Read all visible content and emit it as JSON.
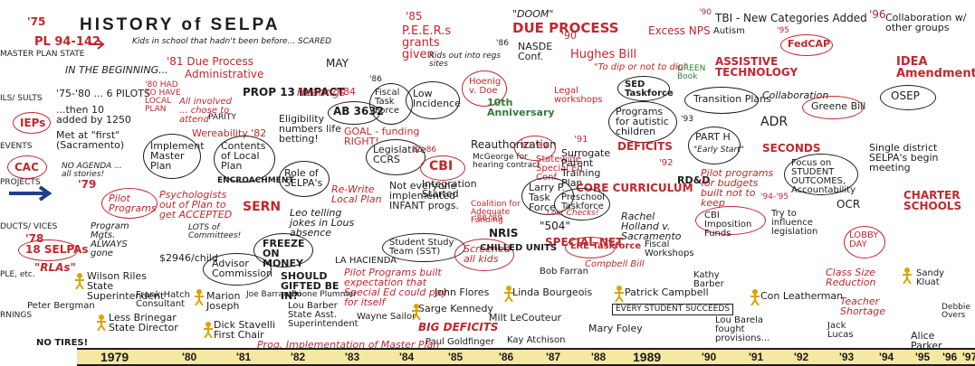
{
  "mural": {
    "title": "HISTORY of SELPA",
    "subtitle": "Kids in school that hadn't been before... SCARED",
    "left_labels": [
      "MASTER PLAN STATE",
      "ILS/ SULTS",
      "EVENTS",
      "PROJECTS",
      "DUCTS/ VICES",
      "PLE, etc.",
      "RNINGS"
    ],
    "items": {
      "y75": "'75",
      "pl94": "PL 94-142",
      "in_beginning": "IN THE BEGINNING...",
      "pilots": "'75-'80 ... 6 PILOTS",
      "added": "...then 10 added by 1250",
      "met_at": "Met at \"first\" (Sacramento)",
      "ieps": "IEPs",
      "cac": "CAC",
      "no_agenda": "NO AGENDA ... all stories!",
      "y79": "'79",
      "due_process_81": "'81 Due Process",
      "admin": "Administrative",
      "hard_to_have": "'80 HAD TO HAVE LOCAL PLAN",
      "all_involved": "All involved ... chose to attend",
      "prop13": "PROP 13 IMPACT",
      "parity": "PARITY",
      "wereability": "Wereability '82",
      "implement": "Implement Master Plan",
      "contents": "Contents of Local Plan",
      "role_selpa": "Role of SELPA's",
      "eligibility": "Eligibility numbers life betting!",
      "hearings": "Hearings",
      "y84": "'84",
      "ab3632": "AB 3632",
      "fiscal_tf": "Fiscal Task Force",
      "fiscal_tf_yr": "'86",
      "low_incidence": "Low Incidence",
      "legislative": "Legislative CCRS",
      "goal_funding": "GOAL - funding RIGHT!",
      "encroachment": "ENCROACHMENT",
      "psych": "Psychologists out of Plan to get ACCEPTED",
      "serm": "SERN",
      "pilot_programs": "Pilot Programs",
      "program_mgts": "Program Mgts. ALWAYS gone",
      "committees": "LOTS of Committees!",
      "selpas18": "18 SELPAs",
      "rlas": "\"RLAs\"",
      "y78": "'78",
      "per_child": "$2946/child",
      "leo": "Leo telling jokes in Lous absence",
      "freeze": "FREEZE ON MONEY",
      "advisor": "Advisor Commission",
      "gifted": "SHOULD GIFTED BE IN?",
      "hacienda": "LA HACIENDA",
      "pilot_prog2": "Pilot Programs built expectation that Special Ed could pay for itself",
      "rewrite": "Re-Write Local Plan",
      "not_everyone": "Not everyone implemented INFANT progs.",
      "integration": "Integration Started",
      "sst": "Student Study Team (SST)",
      "screened": "Screened all kids",
      "peers": "P.E.E.R.s grants given",
      "y85": "'85",
      "may": "MAY",
      "kids_out": "Kids out into regs sites",
      "cbi": "CBI",
      "cbi_yr": "85-86",
      "reauth": "Reauthorization",
      "mcgeorge": "McGeorge for hearing contract",
      "coalition": "Coalition for Adequate Funding",
      "nris": "NRIS",
      "nris_yr": "'88-'89",
      "doom": "\"DOOM\"",
      "due_process": "DUE PROCESS",
      "y90": "'90",
      "nasde": "NASDE Conf.",
      "hoenig": "Hoenig v. Doe",
      "y86": "'86",
      "tenth": "10th Anniversary",
      "larry": "Larry P. Task Force",
      "n504": "\"504\"",
      "lost_checks": "Lost Checks!",
      "hughes": "Hughes Bill",
      "to_dip": "\"To dip or not to dip\"",
      "legal": "Legal workshops",
      "sed_tf": "SED Taskforce",
      "programs_autistic": "Programs for autistic children",
      "statewide": "Statewide Special Ed Conf.",
      "surrogate": "Surrogate Parent Training Plan",
      "core": "CORE CURRICULUM",
      "preschool": "Preschool Taskforce",
      "special_net": "SPECIAL NET",
      "chilled": "CHILLED UNITS",
      "lre": "LRE Taskforce",
      "compbell": "Compbell Bill",
      "fiscal_ws": "Fiscal Workshops",
      "excess": "Excess NPS",
      "tbi": "TBI - New Categories Added",
      "autism": "Autism",
      "y95": "'95",
      "fedcap": "FedCAP",
      "assistive": "ASSISTIVE TECHNOLOGY",
      "green_book": "GREEN Book",
      "transition": "Transition Plans",
      "collab": "Collaboration",
      "greene_bill": "Greene Bill",
      "adr": "ADR",
      "part_h": "PART H",
      "early_start": "\"Early Start\"",
      "deficits": "DEFICITS",
      "y92": "'92",
      "rdoed": "RD&D",
      "pilot_budgets": "Pilot programs for budgets built not to keep",
      "holland": "Rachel Holland v. Sacramento",
      "cbi_funds": "CBI Imposition Funds",
      "y93": "'93",
      "seconds": "SECONDS",
      "focus": "Focus on STUDENT OUTCOMES, Accountability",
      "ocr": "OCR",
      "try": "Try to influence legislation",
      "lobby": "LOBBY DAY",
      "y96": "'96",
      "idea": "IDEA Amendments",
      "osep": "OSEP",
      "single": "Single district SELPA's begin meeting",
      "charter": "CHARTER SCHOOLS",
      "collab_groups": "Collaboration w/ other groups",
      "class_size": "Class Size Reduction",
      "teacher": "Teacher Shortage",
      "big_deficits": "BIG DEFICITS",
      "no_tires": "NO TIRES!",
      "prog_impl": "Prog. Implementation of Master Plan"
    },
    "people": {
      "wilson": "Wilson Riles State Superintendent",
      "peter": "Peter Bergman",
      "frank": "Frank Hatch Consultant",
      "marion": "Marion Joseph",
      "joe": "Joe Barrantini",
      "boone": "Boone Plummer",
      "lou": "Lou Barber State Asst. Superintendent",
      "less": "Less Brinegar State Director",
      "dick": "Dick Stavelli First Chair",
      "wayne": "Wayne Sailor",
      "john": "John Flores",
      "sarge": "Sarge Kennedy",
      "linda": "Linda Bourgeois",
      "bob": "Bob Farran",
      "patrick": "Patrick Campbell",
      "every": "EVERY STUDENT SUCCEEDS",
      "milt": "Milt LeCouteur",
      "paul": "Paul Goldfinger",
      "kay": "Kay Atchison",
      "mary": "Mary Foley",
      "kathy": "Kathy Barber",
      "con": "Con Leatherman",
      "lou2": "Lou Barela fought provisions...",
      "jack": "Jack Lucas",
      "sandy": "Sandy Kluat",
      "alice": "Alice Parker",
      "debbie": "Debbie Overs"
    },
    "timeline": [
      "1979",
      "'80",
      "'81",
      "'82",
      "'83",
      "'84",
      "'85",
      "'86",
      "'87",
      "'88",
      "1989",
      "'90",
      "'91",
      "'92",
      "'93",
      "'94",
      "'95",
      "'96",
      "'97"
    ]
  },
  "colors": {
    "red": "#c0282e",
    "black": "#1d1d1d",
    "blue": "#1f3f8f",
    "timeline_bg": "#f5e8a0"
  }
}
